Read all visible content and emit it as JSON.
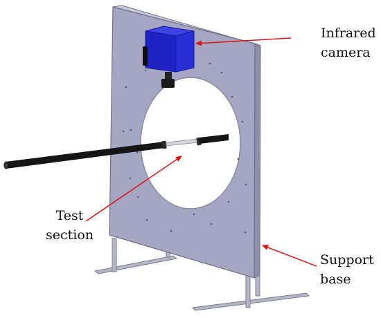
{
  "labels": {
    "infrared_camera": [
      "Infrared",
      "camera"
    ],
    "test_section": [
      "Test",
      "section"
    ],
    "support_base": [
      "Support",
      "base"
    ]
  },
  "colors": {
    "panel": "#a4a6c2",
    "panel_edge": "#6e6f88",
    "camera": "#1f22c4",
    "rod": "#151515",
    "arrow": "#dd1111",
    "frame": "#b4b6c8"
  }
}
